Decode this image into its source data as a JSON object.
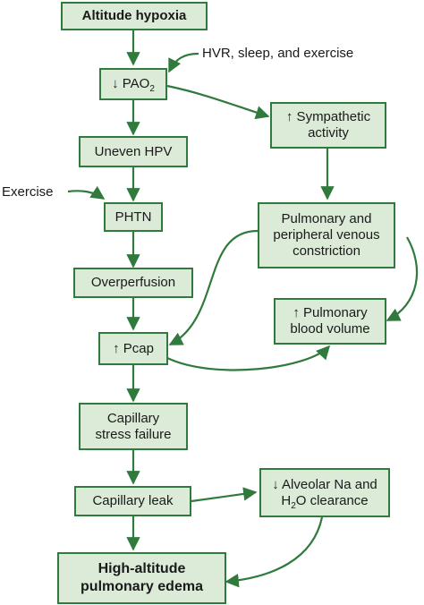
{
  "nodes": {
    "altitude_hypoxia": "Altitude hypoxia",
    "pao2": [
      "↓ PAO",
      "2"
    ],
    "uneven_hpv": "Uneven HPV",
    "phtn": "PHTN",
    "overperfusion": "Overperfusion",
    "pcap": "↑ Pcap",
    "capillary_stress_failure": [
      "Capillary",
      "stress failure"
    ],
    "capillary_leak": "Capillary leak",
    "hape": [
      "High-altitude",
      "pulmonary edema"
    ],
    "sympathetic_activity": [
      "↑ Sympathetic",
      "activity"
    ],
    "venous_constriction": [
      "Pulmonary and",
      "peripheral venous",
      "constriction"
    ],
    "pulmonary_blood_volume": [
      "↑ Pulmonary",
      "blood volume"
    ],
    "alveolar_clearance": [
      "↓ Alveolar Na and",
      "H",
      "2",
      "O clearance"
    ]
  },
  "labels": {
    "hvr_sleep_exercise": "HVR, sleep, and exercise",
    "exercise": "Exercise"
  },
  "colors": {
    "box_fill": "#dcebd8",
    "box_border": "#2f7a3c",
    "arrow": "#2f7a3c"
  }
}
